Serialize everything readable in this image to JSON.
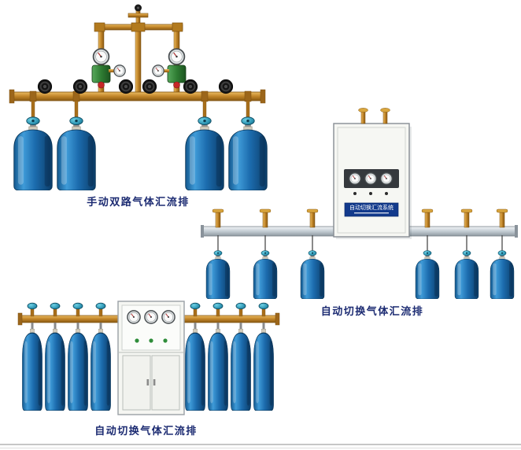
{
  "page": {
    "background": "#ffffff"
  },
  "colors": {
    "caption_text": "#1c2b72",
    "cylinder_blue": "#1c6cae",
    "brass_pipe": "#c08428",
    "teal_valve": "#2e96b4",
    "cabinet_plate_blue": "#123a8c"
  },
  "captions": {
    "manual_dual": "手动双路气体汇流排",
    "auto_switch_right": "自动切换气体汇流排",
    "auto_switch_bottom": "自动切换气体汇流排"
  },
  "control_cabinet": {
    "plate_text": "自动切换汇流系统"
  }
}
